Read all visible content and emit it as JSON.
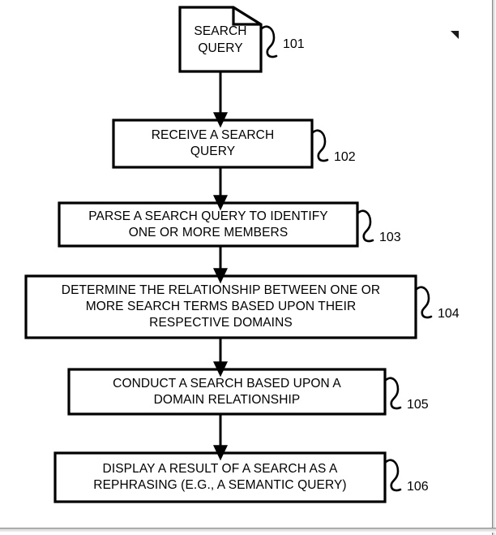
{
  "figure": {
    "type": "flowchart",
    "orientation": "top-to-bottom",
    "corner_mark": "◤",
    "nodes": [
      {
        "id": "101",
        "shape": "document",
        "ref": "101",
        "text": "SEARCH\nQUERY",
        "line1": "SEARCH",
        "line2": "QUERY"
      },
      {
        "id": "102",
        "shape": "process",
        "ref": "102",
        "text": "RECEIVE A SEARCH\nQUERY",
        "line1": "RECEIVE A SEARCH",
        "line2": "QUERY"
      },
      {
        "id": "103",
        "shape": "process",
        "ref": "103",
        "text": "PARSE A SEARCH QUERY TO IDENTIFY\nONE OR MORE MEMBERS",
        "line1": "PARSE A SEARCH QUERY TO IDENTIFY",
        "line2": "ONE OR MORE MEMBERS"
      },
      {
        "id": "104",
        "shape": "process",
        "ref": "104",
        "text": "DETERMINE THE RELATIONSHIP BETWEEN ONE OR\nMORE SEARCH TERMS BASED UPON THEIR\nRESPECTIVE DOMAINS",
        "line1": "DETERMINE THE RELATIONSHIP BETWEEN ONE OR",
        "line2": "MORE SEARCH TERMS BASED UPON THEIR",
        "line3": "RESPECTIVE DOMAINS"
      },
      {
        "id": "105",
        "shape": "process",
        "ref": "105",
        "text": "CONDUCT A SEARCH BASED UPON A\nDOMAIN RELATIONSHIP",
        "line1": "CONDUCT A SEARCH BASED UPON A",
        "line2": "DOMAIN RELATIONSHIP"
      },
      {
        "id": "106",
        "shape": "process",
        "ref": "106",
        "text": "DISPLAY A RESULT OF A SEARCH AS A\nREPHRASING (E.G., A SEMANTIC QUERY)",
        "line1": "DISPLAY A RESULT OF A SEARCH AS A",
        "line2": "REPHRASING (E.G., A SEMANTIC QUERY)"
      }
    ],
    "edges": [
      {
        "from": "101",
        "to": "102",
        "style": "solid-arrow"
      },
      {
        "from": "102",
        "to": "103",
        "style": "solid-arrow"
      },
      {
        "from": "103",
        "to": "104",
        "style": "solid-arrow"
      },
      {
        "from": "104",
        "to": "105",
        "style": "solid-arrow"
      },
      {
        "from": "105",
        "to": "106",
        "style": "solid-arrow"
      }
    ],
    "colors": {
      "stroke": "#000000",
      "background": "#ffffff",
      "frame": "#8a8a8a"
    }
  }
}
